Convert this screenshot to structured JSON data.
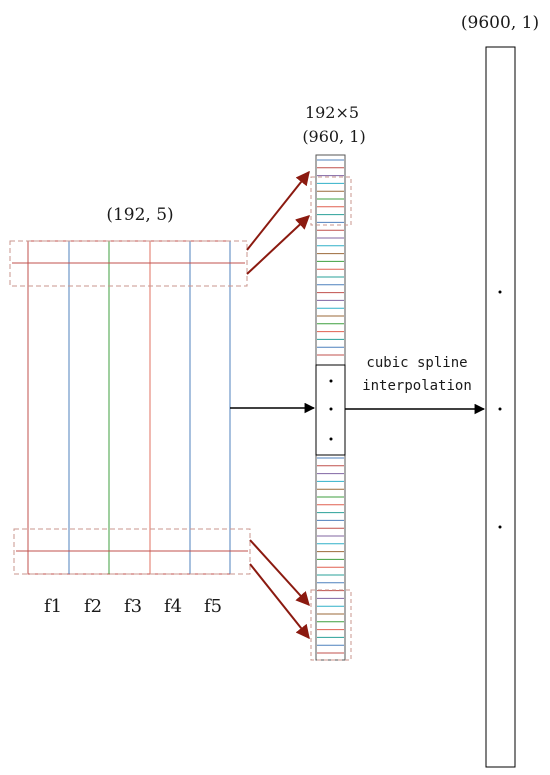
{
  "labels": {
    "matrix_shape": "(192, 5)",
    "stacked_dims": "192×5",
    "stacked_shape": "(960, 1)",
    "output_shape": "(9600, 1)",
    "method_line1": "cubic spline",
    "method_line2": "interpolation",
    "ellipsis_dot": "."
  },
  "features": [
    "f1",
    "f2",
    "f3",
    "f4",
    "f5"
  ],
  "colors": {
    "feature_lines": [
      "#c0504d",
      "#4f81bd",
      "#3f9f3f",
      "#e07060",
      "#4f81bd"
    ],
    "stripe_cycle": [
      "#4f81bd",
      "#c0504d",
      "#8064a2",
      "#31b0c8",
      "#9b6a3a",
      "#3f9f3f",
      "#e06050",
      "#2aa198"
    ],
    "highlight_box": "#c8968c",
    "red_arrow": "#8b1a10",
    "black_arrow": "#000000"
  }
}
